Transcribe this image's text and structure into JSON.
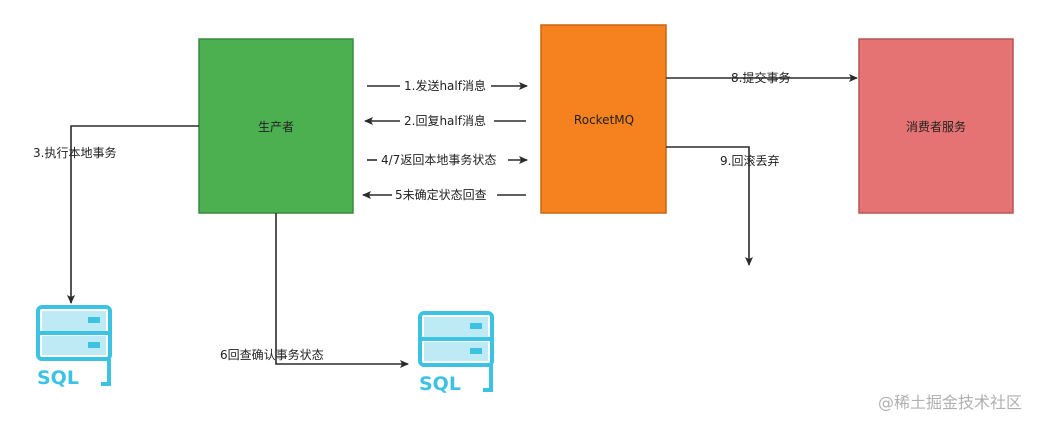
{
  "nodes": {
    "producer": {
      "label": "生产者",
      "color": "#4caf50"
    },
    "rocketmq": {
      "label": "RocketMQ",
      "color": "#f5821f"
    },
    "consumer": {
      "label": "消费者服务",
      "color": "#e57373"
    }
  },
  "edges": {
    "send_half": "1.发送half消息",
    "reply_half": "2.回复half消息",
    "exec_local": "3.执行本地事务",
    "return_local": "4/7返回本地事务状态",
    "unknown_check": "5未确定状态回查",
    "recheck": "6回查确认事务状态",
    "commit": "8.提交事务",
    "rollback": "9.回滚丢弃"
  },
  "databases": {
    "db1": {
      "label": "SQL",
      "icon": "database-icon"
    },
    "db2": {
      "label": "SQL",
      "icon": "database-icon"
    }
  },
  "colors": {
    "sql_icon": "#3cc2e2",
    "line": "#2b2b2b"
  },
  "watermark": "@稀土掘金技术社区"
}
